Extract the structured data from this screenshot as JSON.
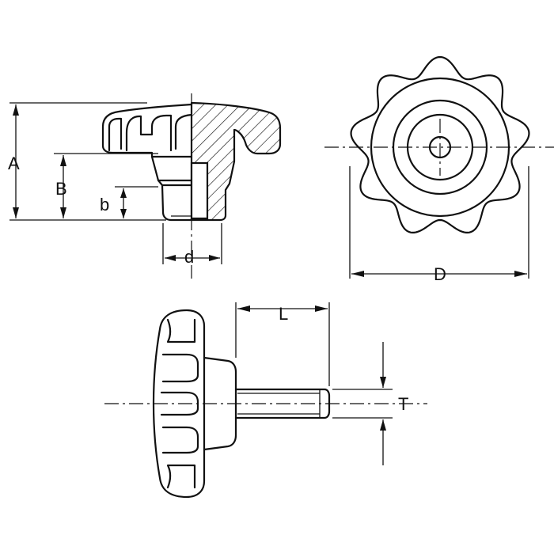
{
  "drawing": {
    "labels": {
      "A": "A",
      "B": "B",
      "b": "b",
      "d": "d",
      "D": "D",
      "L": "L",
      "T": "T"
    },
    "views": [
      "side-section-view",
      "top-view",
      "stud-side-view"
    ]
  }
}
